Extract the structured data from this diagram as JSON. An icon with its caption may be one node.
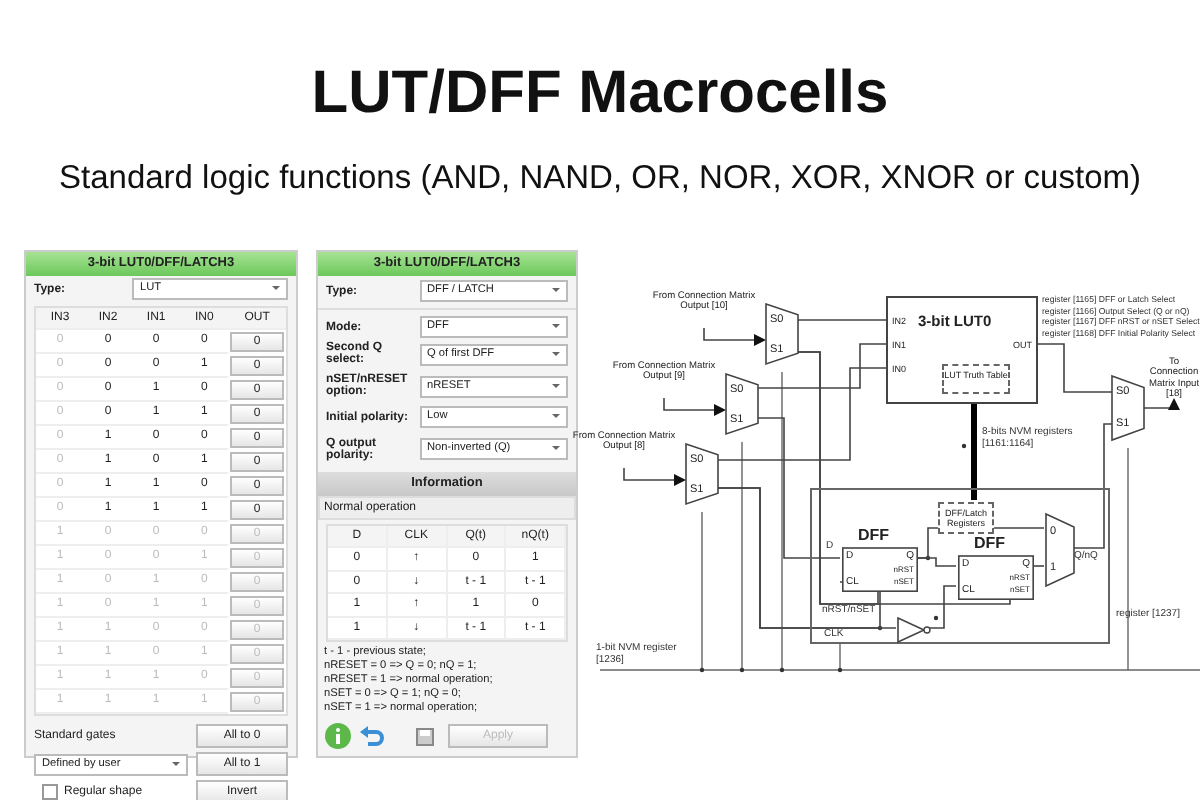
{
  "diagram": {
    "title": "LUT/DFF Macrocells",
    "nodes": [
      {
        "text": [
          "S0",
          "S1"
        ]
      },
      {
        "text": [
          "S0",
          "S1"
        ]
      },
      {
        "text": [
          "S0",
          "S1"
        ]
      },
      {
        "text": [
          "3-bit LUT0",
          "IN2",
          "IN1",
          "IN0",
          "OUT"
        ]
      },
      {
        "text": [
          "LUT Truth Table"
        ],
        "in": 3
      },
      {
        "text": [],
        "shape": "box"
      },
      {
        "text": [
          "DFF/Latch Registers"
        ],
        "in": 5
      },
      {
        "text": [
          "DFF",
          "D",
          "Q",
          "CL",
          "nRST",
          "nSET"
        ],
        "in": 5
      },
      {
        "text": [
          "DFF",
          "D",
          "Q",
          "CL",
          "nRST",
          "nSET"
        ],
        "in": 5
      },
      {
        "text": [
          "0",
          "1"
        ],
        "in": 5
      },
      {
        "text": [],
        "shape": "triangle",
        "in": 5
      },
      {
        "text": [
          "S0",
          "S1"
        ]
      },
      {
        "text": [
          "From Connection Matrix Output [10]"
        ]
      },
      {
        "text": [
          "From Connection Matrix Output [9]"
        ]
      },
      {
        "text": [
          "From Connection Matrix Output [8]"
        ]
      },
      {
        "text": [
          "To Connection Matrix Input [18]"
        ]
      }
    ],
    "edges": [
      {
        "from": 12,
        "to": 0,
        "arrow": "to"
      },
      {
        "from": 13,
        "to": 1,
        "arrow": "to"
      },
      {
        "from": 14,
        "to": 2,
        "arrow": "to"
      },
      {
        "from": 0,
        "to": 3,
        "arrow": "none"
      },
      {
        "from": 1,
        "to": 3,
        "arrow": "none"
      },
      {
        "from": 2,
        "to": 3,
        "arrow": "none"
      },
      {
        "from": 3,
        "to": 11,
        "arrow": "none"
      },
      {
        "from": 11,
        "to": 15,
        "arrow": "to"
      },
      {
        "from": 4,
        "to": 6,
        "arrow": "none",
        "style": "thick",
        "color": "#000000"
      },
      {
        "from": 7,
        "to": 8,
        "arrow": "none"
      },
      {
        "from": 8,
        "to": 9,
        "arrow": "none"
      },
      {
        "from": 7,
        "to": 9,
        "arrow": "none"
      },
      {
        "from": 10,
        "to": 8,
        "arrow": "none"
      },
      {
        "from": 9,
        "to": 11,
        "arrow": "none"
      },
      {
        "from": 1,
        "to": 7,
        "arrow": "none"
      },
      {
        "from": 2,
        "to": 10,
        "arrow": "none"
      },
      {
        "from": 2,
        "to": 7,
        "arrow": "none"
      },
      {
        "from": 0,
        "to": 7,
        "arrow": "none"
      },
      {
        "from": 0,
        "to": 8,
        "arrow": "none"
      }
    ],
    "labels": [
      "Standard logic functions (AND, NAND, OR, NOR, XOR, XNOR or custom)",
      "3-bit LUT0/DFF/LATCH3",
      "Type:",
      "LUT",
      "IN3",
      "IN2",
      "IN1",
      "IN0",
      "OUT",
      "0",
      "0",
      "0",
      "0",
      "0",
      "0",
      "0",
      "0",
      "1",
      "0",
      "0",
      "0",
      "1",
      "0",
      "0",
      "0",
      "0",
      "1",
      "1",
      "0",
      "0",
      "1",
      "0",
      "0",
      "0",
      "0",
      "1",
      "0",
      "1",
      "0",
      "0",
      "1",
      "1",
      "0",
      "0",
      "0",
      "1",
      "1",
      "1",
      "0",
      "1",
      "0",
      "0",
      "0",
      "0",
      "1",
      "0",
      "0",
      "1",
      "0",
      "1",
      "0",
      "1",
      "0",
      "0",
      "1",
      "0",
      "1",
      "1",
      "0",
      "1",
      "1",
      "0",
      "0",
      "0",
      "1",
      "1",
      "0",
      "1",
      "0",
      "1",
      "1",
      "1",
      "0",
      "0",
      "1",
      "1",
      "1",
      "1",
      "0",
      "Standard gates",
      "All to 0",
      "Defined by user",
      "All to 1",
      "Regular shape",
      "Invert",
      "3-bit LUT0/DFF/LATCH3",
      "Type:",
      "DFF / LATCH",
      "Mode:",
      "DFF",
      "Second Q select:",
      "Q of first DFF",
      "nSET/nRESET option:",
      "nRESET",
      "Initial polarity:",
      "Low",
      "Q output polarity:",
      "Non-inverted (Q)",
      "Information",
      "Normal operation",
      "D",
      "CLK",
      "Q(t)",
      "nQ(t)",
      "0",
      "↑",
      "0",
      "1",
      "0",
      "↓",
      "t - 1",
      "t - 1",
      "1",
      "↑",
      "1",
      "0",
      "1",
      "↓",
      "t - 1",
      "t - 1",
      "t - 1 - previous state;",
      "nRESET = 0 => Q = 0; nQ = 1;",
      "nRESET = 1 => normal operation;",
      "nSET = 0 => Q = 1; nQ = 0;",
      "nSET = 1 => normal operation;",
      "Apply",
      "register [1165] DFF or Latch Select",
      "register [1166] Output Select (Q or nQ)",
      "register [1167] DFF nRST or nSET Select",
      "register [1168] DFF Initial Polarity Select",
      "8-bits NVM registers [1161:1164]",
      "D",
      "nRST/nSET",
      "CLK",
      "Q/nQ",
      "register [1237]",
      "1-bit NVM register [1236]"
    ]
  }
}
